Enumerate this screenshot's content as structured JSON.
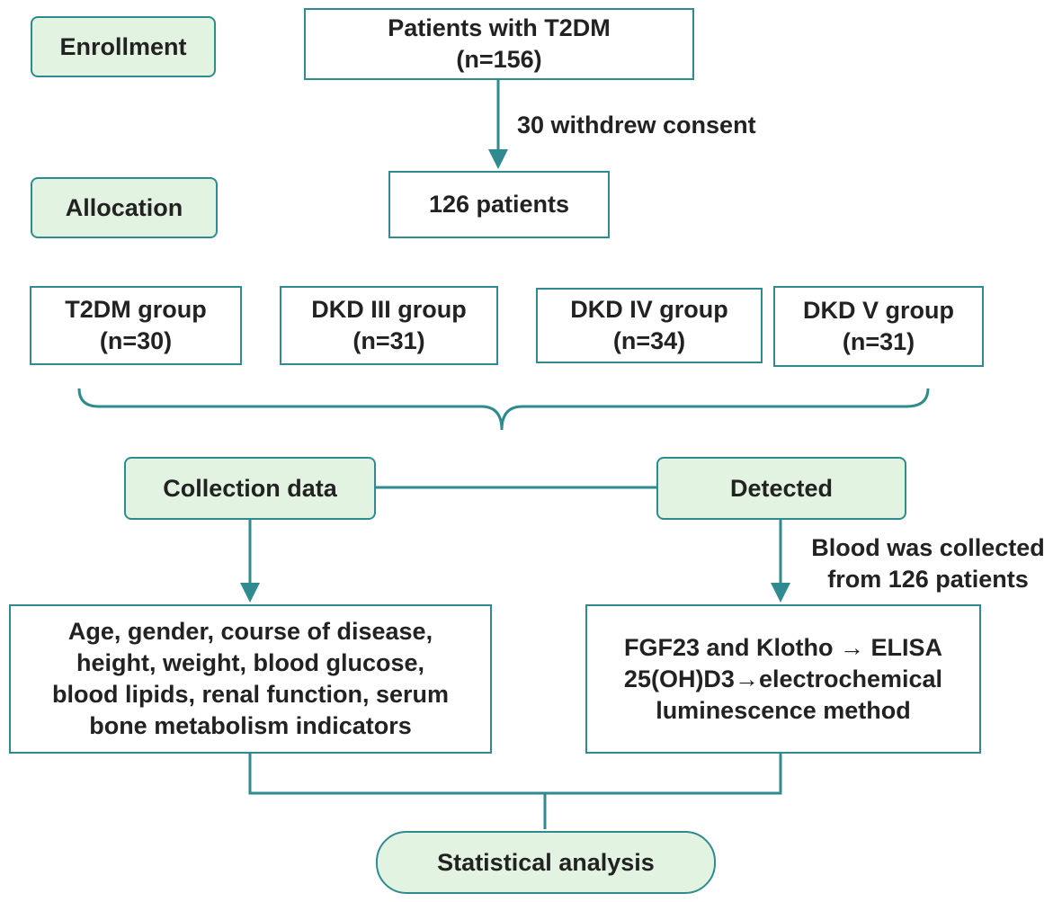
{
  "stages": {
    "enrollment": "Enrollment",
    "allocation": "Allocation"
  },
  "patients_total": "Patients with T2DM\n(n=156)",
  "withdrew_note": "30 withdrew consent",
  "patients_remaining": "126 patients",
  "groups": [
    "T2DM group\n(n=30)",
    "DKD III group\n(n=31)",
    "DKD IV group\n(n=34)",
    "DKD V group\n(n=31)"
  ],
  "collection_data": "Collection data",
  "detected": "Detected",
  "blood_note": "Blood was collected\nfrom 126 patients",
  "collected_items": "Age, gender, course of disease,\nheight, weight, blood glucose,\nblood lipids, renal function, serum\nbone metabolism indicators",
  "detection_methods": "FGF23 and Klotho → ELISA\n25(OH)D3→electrochemical\nluminescence method",
  "statistical_analysis": "Statistical analysis",
  "colors": {
    "line": "#2f8b8f",
    "stage_fill": "#e3f3e1"
  }
}
